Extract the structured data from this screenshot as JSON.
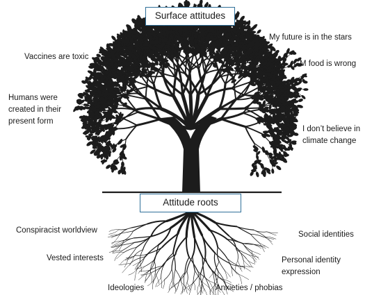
{
  "diagram": {
    "surface_box": "Surface attitudes",
    "roots_box": "Attitude roots",
    "surface_labels": {
      "vaccines": "Vaccines are toxic",
      "humans": "Humans were\ncreated in their\npresent form",
      "future": "My future is in the stars",
      "gm": "GM food is wrong",
      "climate": "I don’t believe in\nclimate change"
    },
    "root_labels": {
      "conspiracist": "Conspiracist worldview",
      "vested": "Vested interests",
      "ideologies": "Ideologies",
      "anxieties": "Anxieties / phobias",
      "social": "Social identities",
      "personal": "Personal identity expression"
    },
    "colors": {
      "tree": "#1c1c1c",
      "box_border": "#2e6f99"
    }
  }
}
